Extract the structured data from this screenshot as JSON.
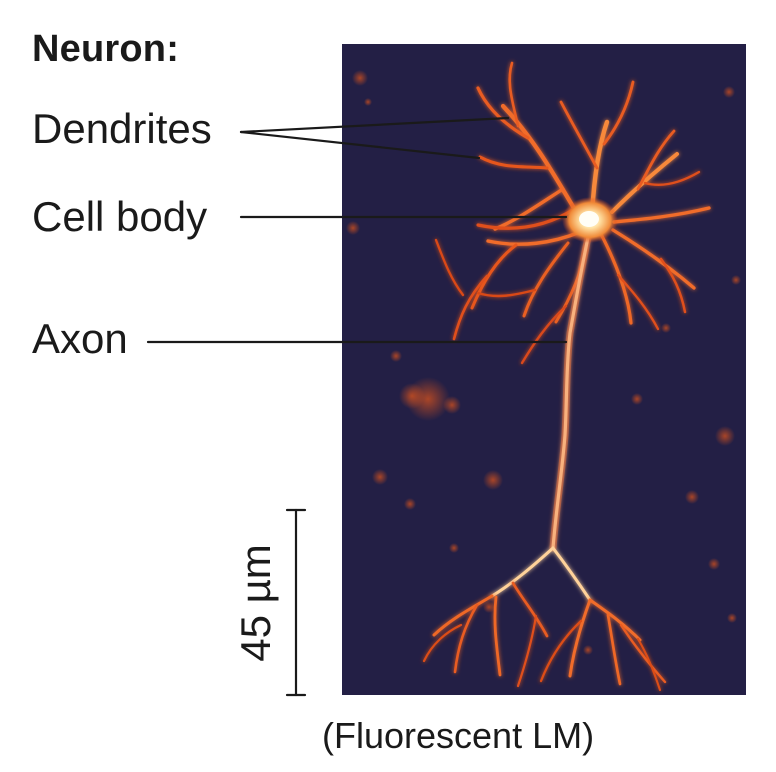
{
  "figure": {
    "title": "Neuron:",
    "labels": {
      "dendrites": "Dendrites",
      "cell_body": "Cell body",
      "axon": "Axon"
    },
    "scale_bar": "45 µm",
    "caption": "(Fluorescent LM)"
  },
  "colors": {
    "background": "#ffffff",
    "text": "#1a1a1a",
    "micrograph_background": "#231f45",
    "neuron_glow": "#d8481c",
    "neuron_core": "#fff4d6"
  }
}
